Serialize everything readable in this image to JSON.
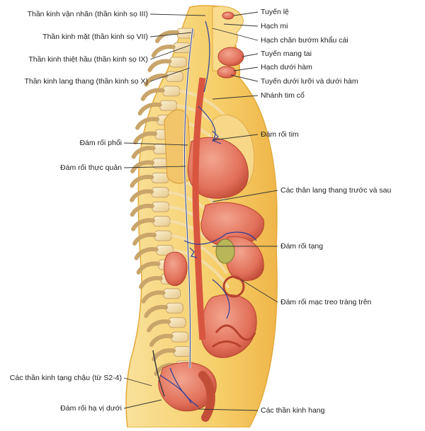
{
  "labels": {
    "left": [
      "Thần kinh vận nhãn (thần kinh sọ III)",
      "Thần kinh mặt (thần kinh sọ VII)",
      "Thần kinh thiệt hầu (thần kinh sọ IX)",
      "Thần kinh lang thang (thần kinh sọ X)",
      "Đám rối phổi",
      "Đám rối thực quản",
      "Các thần kinh tạng chậu (từ S2-4)",
      "Đám rối hạ vị dưới"
    ],
    "right": [
      "Tuyến lệ",
      "Hạch mi",
      "Hạch chân bướm khẩu cái",
      "Tuyến mang tai",
      "Hạch dưới hàm",
      "Tuyến dưới lưỡi và dưới hàm",
      "Nhánh tim cổ",
      "Đám rối tim",
      "Các thân lang thang trước và sau",
      "Đám rối tạng",
      "Đám rối mạc treo tràng trên",
      "Các thần kinh hang"
    ]
  },
  "colors": {
    "skin": "#f6cf6a",
    "skin_edge": "#e3a93a",
    "bone": "#f3dfb0",
    "bone_edge": "#c9a56a",
    "organ": "#e2705a",
    "organ_dark": "#b8432f",
    "nerve": "#f4e9c8",
    "vessel": "#2c3f9a",
    "leader": "#333333"
  }
}
